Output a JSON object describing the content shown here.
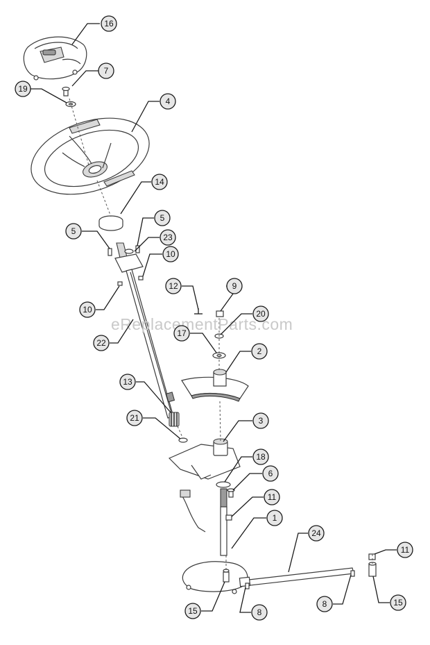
{
  "watermark": "eReplacementParts.com",
  "callouts": [
    {
      "id": "c16a",
      "label": "16"
    },
    {
      "id": "c7",
      "label": "7"
    },
    {
      "id": "c19",
      "label": "19"
    },
    {
      "id": "c4",
      "label": "4"
    },
    {
      "id": "c14",
      "label": "14"
    },
    {
      "id": "c5a",
      "label": "5"
    },
    {
      "id": "c5b",
      "label": "5"
    },
    {
      "id": "c23",
      "label": "23"
    },
    {
      "id": "c10a",
      "label": "10"
    },
    {
      "id": "c10b",
      "label": "10"
    },
    {
      "id": "c12",
      "label": "12"
    },
    {
      "id": "c9",
      "label": "9"
    },
    {
      "id": "c20",
      "label": "20"
    },
    {
      "id": "c17",
      "label": "17"
    },
    {
      "id": "c2",
      "label": "2"
    },
    {
      "id": "c22",
      "label": "22"
    },
    {
      "id": "c13",
      "label": "13"
    },
    {
      "id": "c21",
      "label": "21"
    },
    {
      "id": "c3",
      "label": "3"
    },
    {
      "id": "c18",
      "label": "18"
    },
    {
      "id": "c6",
      "label": "6"
    },
    {
      "id": "c11a",
      "label": "11"
    },
    {
      "id": "c1",
      "label": "1"
    },
    {
      "id": "c24",
      "label": "24"
    },
    {
      "id": "c11b",
      "label": "11"
    },
    {
      "id": "c15a",
      "label": "15"
    },
    {
      "id": "c8a",
      "label": "8"
    },
    {
      "id": "c8b",
      "label": "8"
    },
    {
      "id": "c15b",
      "label": "15"
    }
  ]
}
